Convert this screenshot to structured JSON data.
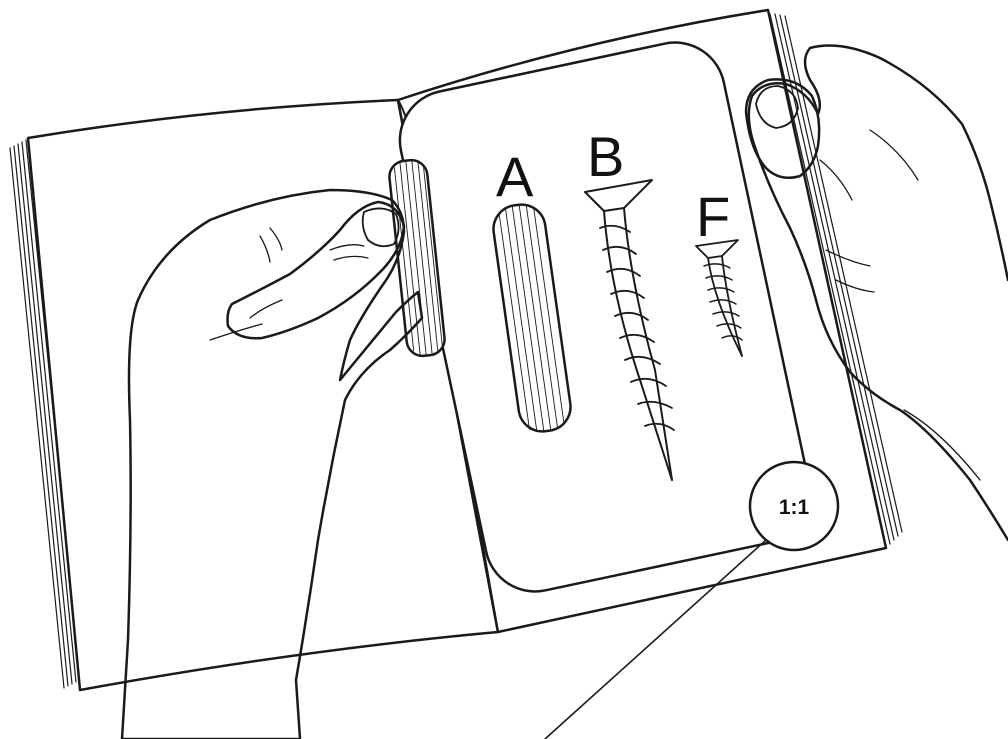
{
  "illustration": {
    "labels": {
      "dowel": "A",
      "long_screw": "B",
      "short_screw": "F"
    },
    "scale_badge": "1:1",
    "line_color": "#1a1a1a",
    "background": "#ffffff"
  }
}
